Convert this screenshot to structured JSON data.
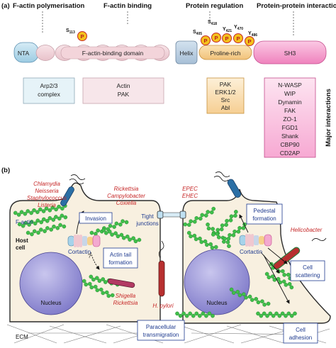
{
  "panel_a": {
    "label": "(a)",
    "headers": [
      "F-actin polymerisation",
      "F-actin binding",
      "Protein regulation",
      "Protein-protein interactions"
    ],
    "domains": [
      "NTA",
      "F-actin-binding domain",
      "Helix",
      "Proline-rich",
      "SH3"
    ],
    "sites": [
      {
        "letter": "S",
        "num": "113"
      },
      {
        "letter": "S",
        "num": "405"
      },
      {
        "letter": "S",
        "num": "418"
      },
      {
        "letter": "Y",
        "num": "421"
      },
      {
        "letter": "Y",
        "num": "470"
      },
      {
        "letter": "Y",
        "num": "486"
      }
    ],
    "p_label": "P",
    "boxes": [
      [
        "Arp2/3",
        "complex"
      ],
      [
        "Actin",
        "PAK"
      ],
      [
        "PAK",
        "ERK1/2",
        "Src",
        "Abl"
      ],
      [
        "N-WASP",
        "WIP",
        "Dynamin",
        "FAK",
        "ZO-1",
        "FGD1",
        "Shank",
        "CBP90",
        "CD2AP"
      ]
    ],
    "side_label": "Major interactions"
  },
  "panel_b": {
    "label": "(b)",
    "pathogens_invasion": [
      "Chlamydia",
      "Neisseria",
      "Staphylococcus",
      "Listeria"
    ],
    "pathogens_rickettsia": [
      "Rickettsia",
      "Campylobacter",
      "Coxiella"
    ],
    "pathogens_epec": [
      "EPEC",
      "EHEC"
    ],
    "pathogen_shigella": [
      "Shigella",
      "Rickettsia"
    ],
    "pathogen_hpylori": "H. pylori",
    "pathogen_helicobacter": "Helicobacter",
    "boxes": {
      "invasion": "Invasion",
      "actin_tail": [
        "Actin tail",
        "formation"
      ],
      "pedestal": [
        "Pedestal",
        "formation"
      ],
      "cell_scattering": [
        "Cell",
        "scattering"
      ],
      "paracellular": [
        "Paracellular",
        "transmigration"
      ],
      "cell_adhesion": [
        "Cell",
        "adhesion"
      ]
    },
    "labels": {
      "tight_junctions": [
        "Tight",
        "junctions"
      ],
      "f_actin": "F-actin",
      "host_cell": [
        "Host",
        "cell"
      ],
      "cortactin": "Cortactin",
      "cortactin_right": "Cortactin",
      "nucleus_left": "Nucleus",
      "nucleus_right": "Nucleus",
      "ecm": "ECM",
      "question": "?"
    }
  }
}
